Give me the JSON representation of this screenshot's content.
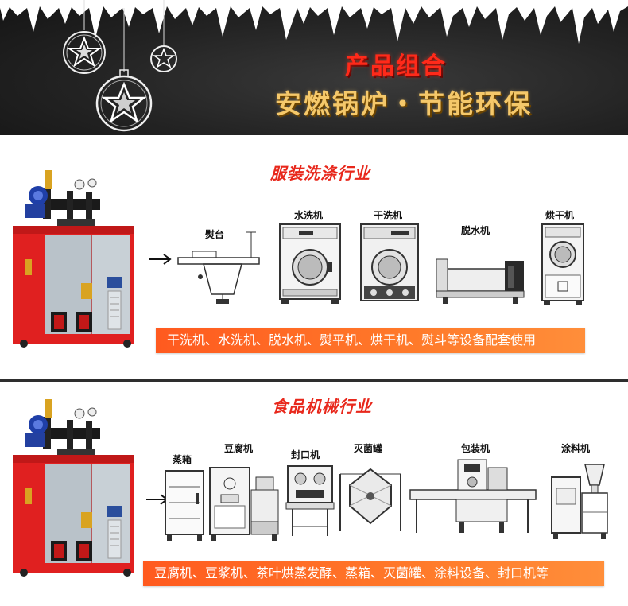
{
  "banner": {
    "title": "产品组合",
    "subtitle": "安燃锅炉・节能环保",
    "colors": {
      "background": "#242424",
      "title": "#ff2a1a",
      "subtitle": "#f5c86a"
    }
  },
  "sections": [
    {
      "heading": "服装洗涤行业",
      "equipment": [
        "熨台",
        "水洗机",
        "干洗机",
        "脱水机",
        "烘干机"
      ],
      "summary": "干洗机、水洗机、脱水机、熨平机、烘干机、熨斗等设备配套使用"
    },
    {
      "heading": "食品机械行业",
      "equipment": [
        "蒸箱",
        "豆腐机",
        "封口机",
        "灭菌罐",
        "包装机",
        "涂料机"
      ],
      "summary": "豆腐机、豆浆机、茶叶烘蒸发酵、蒸箱、灭菌罐、涂料设备、封口机等"
    }
  ],
  "colors": {
    "heading": "#e8281c",
    "bar": "#ff6a25",
    "boiler_body": "#e02020"
  },
  "icons": [
    "christmas-ornament-icon",
    "right-arrow-icon",
    "boiler-illustration"
  ]
}
